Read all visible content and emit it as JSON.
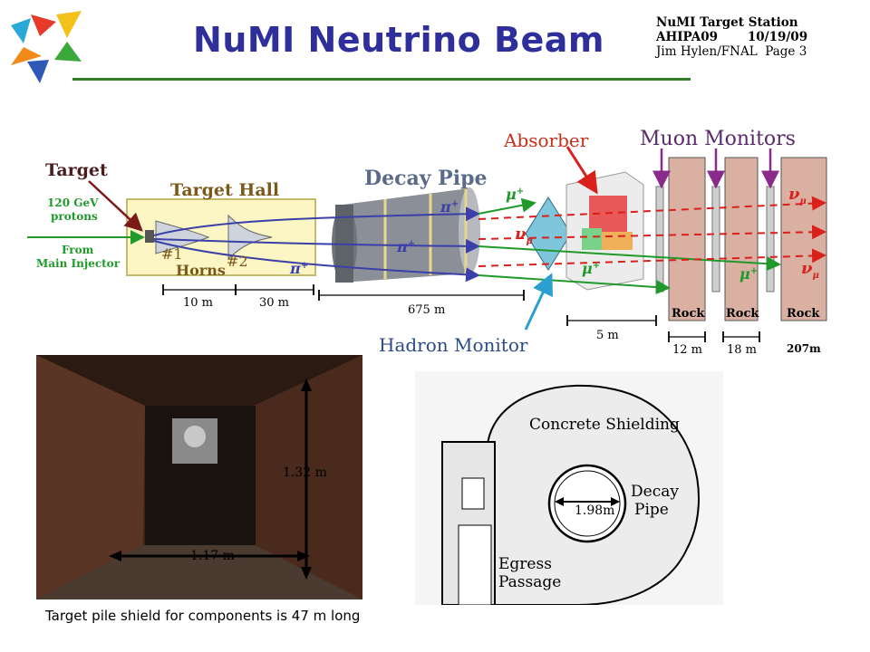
{
  "header": {
    "title": "NuMI Neutrino  Beam",
    "line1": "NuMI Target Station",
    "line2": "AHIPA09       10/19/09",
    "line3": "Jim Hylen/FNAL  Page 3"
  },
  "beamline": {
    "target": "Target",
    "energy_line1": "120 GeV",
    "energy_line2": "protons",
    "from_line1": "From",
    "from_line2": "Main Injector",
    "target_hall": "Target Hall",
    "horn1": "#1",
    "horn2": "#2",
    "horns": "Horns",
    "decay_pipe": "Decay Pipe",
    "absorber": "Absorber",
    "muon_monitors": "Muon Monitors",
    "hadron_monitor": "Hadron Monitor",
    "pion_plus": "π",
    "muon_plus": "μ",
    "nu_mu": "ν",
    "plus": "+",
    "mu_sub": "μ",
    "rock": "Rock",
    "dim_10m": "10 m",
    "dim_30m": "30 m",
    "dim_675m": "675 m",
    "dim_5m": "5 m",
    "dim_12m": "12 m",
    "dim_18m": "18 m",
    "dim_207m": "207m"
  },
  "photo": {
    "height_label": "1.32 m",
    "width_label": "1.17 m"
  },
  "cross_section": {
    "concrete": "Concrete Shielding",
    "decay_line1": "Decay",
    "decay_line2": "Pipe",
    "diameter": "1.98m",
    "egress_line1": "Egress",
    "egress_line2": "Passage"
  },
  "caption": "Target pile shield for components is 47 m long",
  "colors": {
    "title": "#2e2f9a",
    "rule": "#2f7d2a",
    "beam_blue": "#3b3fa8",
    "beam_green": "#1f9a2a",
    "beam_red": "#d9201a",
    "muon_purple": "#8a2a8a"
  }
}
